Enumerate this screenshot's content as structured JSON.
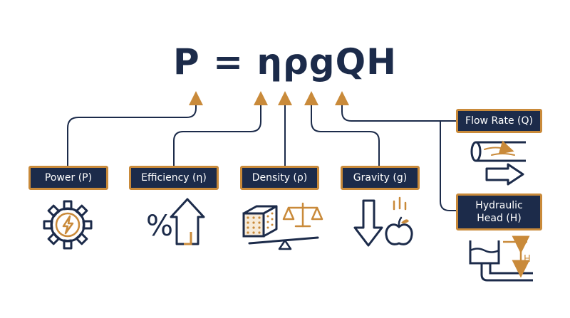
{
  "formula": "P = ηρgQH",
  "labels": {
    "power": "Power (P)",
    "efficiency": "Efficiency (η)",
    "density": "Density (ρ)",
    "gravity": "Gravity (g)",
    "flow_rate": "Flow Rate (Q)",
    "hydraulic_head": "Hydraulic Head (H)"
  },
  "icons": {
    "power": "gear-lightning-icon",
    "efficiency": "percent-arrow-up-icon",
    "density": "cube-and-scales-icon",
    "gravity": "down-arrow-apple-icon",
    "flow_rate": "pipe-flow-arrow-icon",
    "hydraulic_head": "tank-head-icon"
  },
  "efficiency_symbol": "%",
  "head_symbol": "H",
  "colors": {
    "navy": "#1c2b4a",
    "accent": "#c98a3a",
    "background": "#ffffff"
  }
}
